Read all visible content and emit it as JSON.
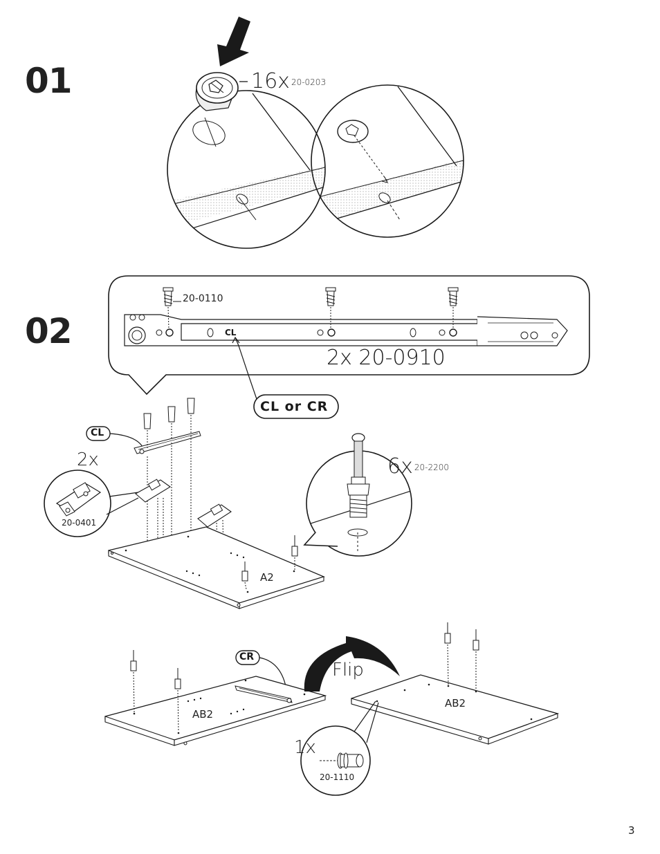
{
  "steps": [
    {
      "number": "01",
      "quantity": "16x",
      "part": "20-0203"
    },
    {
      "number": "02",
      "callout": {
        "screw_part": "20-0110",
        "rail_quantity": "2x",
        "rail_part": "20-0910",
        "rail_marker": "CL",
        "orientation_note": "CL or CR"
      },
      "hinge": {
        "quantity": "2x",
        "part": "20-0401",
        "tag": "CL"
      },
      "cam": {
        "quantity": "6x",
        "part": "20-2200"
      },
      "panels": {
        "top": "A2",
        "left": "AB2",
        "right": "AB2"
      },
      "rail_tag_right": "CR",
      "flip_label": "Flip",
      "dowel": {
        "quantity": "1x",
        "part": "20-1110"
      }
    }
  ],
  "page_number": "3",
  "colors": {
    "ink": "#1a1a1a",
    "paper": "#ffffff",
    "dot_fill": "#bdbdbd"
  },
  "icons": [
    "arrow-down-icon",
    "cam-lock-icon",
    "screw-icon",
    "hinge-icon",
    "dowel-icon",
    "flip-arrow-icon"
  ]
}
